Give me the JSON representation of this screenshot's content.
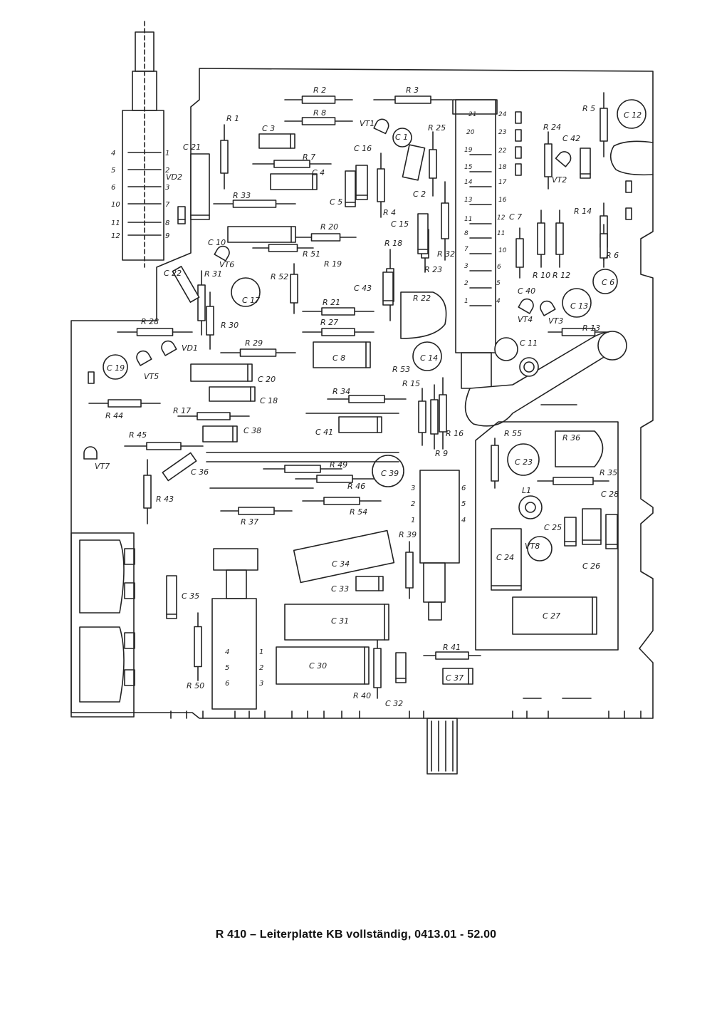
{
  "caption": "R 410 – Leiterplatte KB vollständig, 0413.01 - 52.00",
  "components": {
    "resistors": [
      "R 2",
      "R 3",
      "R 8",
      "R 1",
      "R 7",
      "R 33",
      "R 20",
      "R 51",
      "R 52",
      "R 19",
      "R 31",
      "R 30",
      "R 28",
      "R 29",
      "R 21",
      "R 27",
      "R 32",
      "R 23",
      "R 18",
      "R 4",
      "R 25",
      "R 24",
      "R 5",
      "R 14",
      "R 6",
      "R 10",
      "R 12",
      "R 13",
      "R 53",
      "R 34",
      "R 15",
      "R 16",
      "R 9",
      "R 17",
      "R 44",
      "R 45",
      "R 43",
      "R 49",
      "R 46",
      "R 54",
      "R 37",
      "R 39",
      "R 41",
      "R 40",
      "R 50",
      "R 55",
      "R 36",
      "R 35",
      "R 22"
    ],
    "capacitors": [
      "C 1",
      "C 2",
      "C 3",
      "C 4",
      "C 5",
      "C 6",
      "C 7",
      "C 8",
      "C 10",
      "C 11",
      "C 12",
      "C 13",
      "C 14",
      "C 15",
      "C 16",
      "C 17",
      "C 18",
      "C 19",
      "C 20",
      "C 21",
      "C 22",
      "C 23",
      "C 24",
      "C 25",
      "C 26",
      "C 27",
      "C 28",
      "C 30",
      "C 31",
      "C 32",
      "C 33",
      "C 34",
      "C 35",
      "C 36",
      "C 37",
      "C 38",
      "C 39",
      "C 40",
      "C 41",
      "C 42",
      "C 43"
    ],
    "transistors": [
      "VT1",
      "VT2",
      "VT3",
      "VT4",
      "VT5",
      "VT6",
      "VT7",
      "VT8"
    ],
    "diodes": [
      "VD1",
      "VD2"
    ],
    "coils": [
      "L1"
    ],
    "switch_left_pins": [
      "4",
      "5",
      "6",
      "10",
      "11",
      "12",
      "1",
      "2",
      "3",
      "7",
      "8",
      "9"
    ],
    "switch_main_left_pins": [
      "19",
      "15",
      "14",
      "13",
      "11",
      "8",
      "7",
      "3",
      "2",
      "1"
    ],
    "switch_main_right_pins": [
      "21",
      "20",
      "24",
      "23",
      "22",
      "18",
      "17",
      "16",
      "12",
      "11",
      "10",
      "6",
      "5",
      "4"
    ],
    "switch_mid_pins": [
      "3",
      "2",
      "1",
      "6",
      "5",
      "4"
    ],
    "switch_bottom_pins": [
      "4",
      "5",
      "6",
      "1",
      "2",
      "3"
    ]
  }
}
